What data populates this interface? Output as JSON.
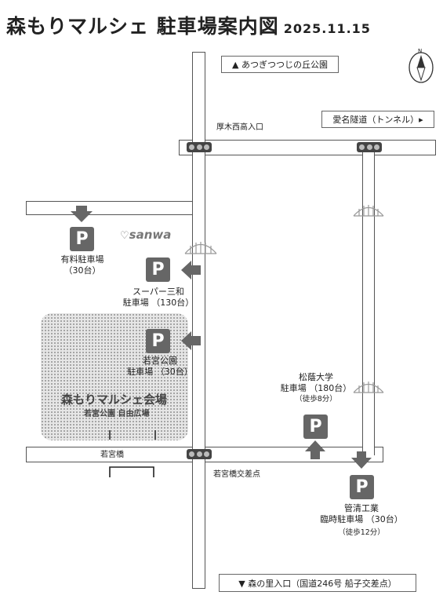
{
  "title": {
    "main": "森もりマルシェ 駐車場案内図",
    "date": "2025.11.15"
  },
  "signs": {
    "top_park": "▲ あつぎつつじの丘公園",
    "tunnel": "愛名隧道（トンネル）▸",
    "bottom": "▼ 森の里入口（国道246号 船子交差点）"
  },
  "roads": {
    "atsugi_entrance": "厚木西高入口",
    "wakamiya_bridge": "若宮橋",
    "wakamiya_intersection": "若宮橋交差点"
  },
  "brand": "sanwa",
  "parking": {
    "paid": {
      "line1": "有料駐車場",
      "line2": "（30台）"
    },
    "super_sanwa": {
      "line1": "スーパー三和",
      "line2": "駐車場 （130台）"
    },
    "wakamiya_park": {
      "line1": "若宮公園",
      "line2": "駐車場 （30台）"
    },
    "shoin_univ": {
      "line1": "松蔭大学",
      "line2": "駐車場 （180台）",
      "walk": "（徒歩8分）"
    },
    "kansei": {
      "line1": "管清工業",
      "line2": "臨時駐車場 （30台）",
      "walk": "（徒歩12分）"
    },
    "p_symbol": "P"
  },
  "venue": {
    "name": "森もりマルシェ会場",
    "sub": "若宮公園 自由広場"
  },
  "compass": {
    "north": "N"
  },
  "colors": {
    "road_border": "#555555",
    "marker": "#666666",
    "venue_dots": "#6a6a6a"
  }
}
